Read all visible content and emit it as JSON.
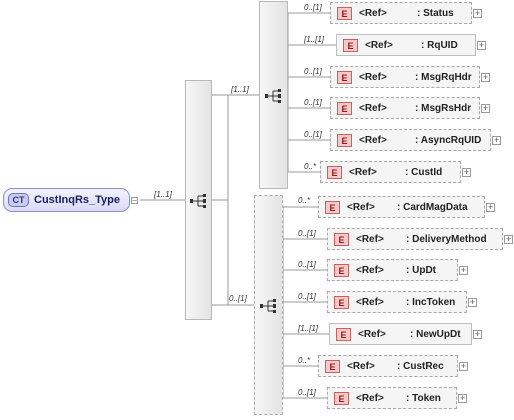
{
  "complex_type": {
    "badge": "CT",
    "name": "CustInqRs_Type",
    "collapse": "−"
  },
  "root_cardinality": "[1..1]",
  "sequence_glyph": "sequence-icon",
  "group1": {
    "cardinality": "[1..1]",
    "items": [
      {
        "card": "0..[1]",
        "ref": "<Ref>",
        "name": ": Status"
      },
      {
        "card": "[1..[1]",
        "ref": "<Ref>",
        "name": ": RqUID"
      },
      {
        "card": "0..[1]",
        "ref": "<Ref>",
        "name": ": MsgRqHdr"
      },
      {
        "card": "0..[1]",
        "ref": "<Ref>",
        "name": ": MsgRsHdr"
      },
      {
        "card": "0..[1]",
        "ref": "<Ref>",
        "name": ": AsyncRqUID"
      },
      {
        "card": "0..*",
        "ref": "<Ref>",
        "name": ": CustId"
      }
    ]
  },
  "group2": {
    "cardinality": "0..[1]",
    "items": [
      {
        "card": "0..*",
        "ref": "<Ref>",
        "name": ": CardMagData"
      },
      {
        "card": "0..[1]",
        "ref": "<Ref>",
        "name": ": DeliveryMethod"
      },
      {
        "card": "0..[1]",
        "ref": "<Ref>",
        "name": ": UpDt"
      },
      {
        "card": "0..[1]",
        "ref": "<Ref>",
        "name": ": IncToken"
      },
      {
        "card": "[1..[1]",
        "ref": "<Ref>",
        "name": ": NewUpDt"
      },
      {
        "card": "0..*",
        "ref": "<Ref>",
        "name": ": CustRec"
      },
      {
        "card": "0..[1]",
        "ref": "<Ref>",
        "name": ": Token"
      }
    ]
  },
  "element_badge": "E",
  "expand_glyph": "+"
}
